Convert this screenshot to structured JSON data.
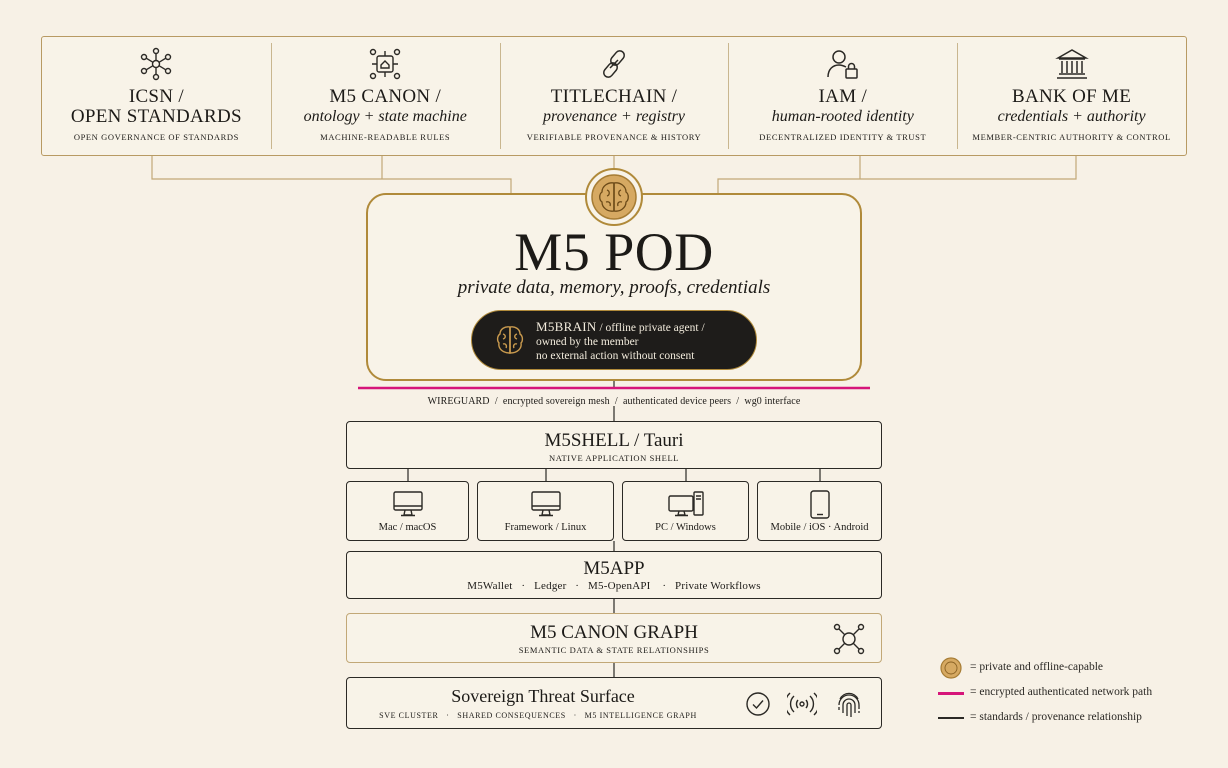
{
  "top": [
    {
      "title_line1": "ICSN /",
      "title_line2": "OPEN STANDARDS",
      "caption": "OPEN GOVERNANCE OF STANDARDS",
      "icon": "network-icon"
    },
    {
      "title_line1": "M5 CANON /",
      "title_line2": "ontology + state machine",
      "caption": "MACHINE-READABLE RULES",
      "icon": "state-machine-icon"
    },
    {
      "title_line1": "TITLECHAIN /",
      "title_line2": "provenance + registry",
      "caption": "VERIFIABLE PROVENANCE & HISTORY",
      "icon": "chain-link-icon"
    },
    {
      "title_line1": "IAM /",
      "title_line2": "human-rooted identity",
      "caption": "DECENTRALIZED IDENTITY & TRUST",
      "icon": "user-lock-icon"
    },
    {
      "title_line1": "BANK OF ME",
      "title_line2": "credentials + authority",
      "caption": "MEMBER-CENTRIC AUTHORITY & CONTROL",
      "icon": "bank-icon"
    }
  ],
  "pod": {
    "title": "M5 POD",
    "subtitle": "private data, memory, proofs, credentials",
    "brain_line1_head": "M5BRAIN",
    "brain_line1_tail": " / offline private agent /",
    "brain_line2": "owned by the member",
    "brain_line3": "no external action without consent"
  },
  "wireguard": "WIREGUARD  /  encrypted sovereign mesh  /  authenticated device peers  /  wg0 interface",
  "shell": {
    "title": "M5SHELL / Tauri",
    "caption": "NATIVE APPLICATION SHELL"
  },
  "devices": [
    {
      "label": "Mac / macOS",
      "icon": "monitor-icon"
    },
    {
      "label": "Framework / Linux",
      "icon": "monitor-icon"
    },
    {
      "label": "PC / Windows",
      "icon": "pc-tower-icon"
    },
    {
      "label": "Mobile / iOS · Android",
      "icon": "phone-icon"
    }
  ],
  "app": {
    "title": "M5APP",
    "items": "M5Wallet   ·   Ledger   ·   M5-OpenAPI    ·   Private Workflows"
  },
  "canon_graph": {
    "title": "M5 CANON GRAPH",
    "caption": "SEMANTIC DATA & STATE RELATIONSHIPS"
  },
  "threat": {
    "title": "Sovereign Threat Surface",
    "caption": "SVE CLUSTER   ·   SHARED CONSEQUENCES   ·   M5 INTELLIGENCE GRAPH"
  },
  "legend": [
    {
      "text": "= private and offline-capable",
      "color": "#c79a52"
    },
    {
      "text": "= encrypted authenticated network path",
      "color": "#d6157a"
    },
    {
      "text": "= standards / provenance relationship",
      "color": "#2b2925"
    }
  ],
  "colors": {
    "gold": "#b08a3a",
    "magenta": "#d6157a",
    "ink": "#2b2925",
    "paper": "#f7f1e6"
  }
}
